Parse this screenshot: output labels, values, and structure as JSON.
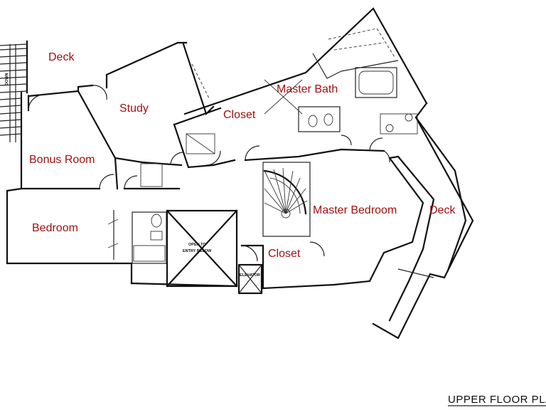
{
  "rooms": {
    "deck_nw": "Deck",
    "study": "Study",
    "master_bath": "Master Bath",
    "closet_upper": "Closet",
    "bonus_room": "Bonus Room",
    "bedroom": "Bedroom",
    "master_bedroom": "Master Bedroom",
    "closet_lower": "Closet",
    "deck_east": "Deck"
  },
  "annotations": {
    "open_to_line1": "OPEN TO",
    "open_to_line2": "ENTRY BELOW",
    "elevator": "ELEVATOR",
    "down": "DOWN"
  },
  "title": "UPPER FLOOR PLAN",
  "colors": {
    "room_label": "#a01010",
    "lines": "#111111"
  }
}
